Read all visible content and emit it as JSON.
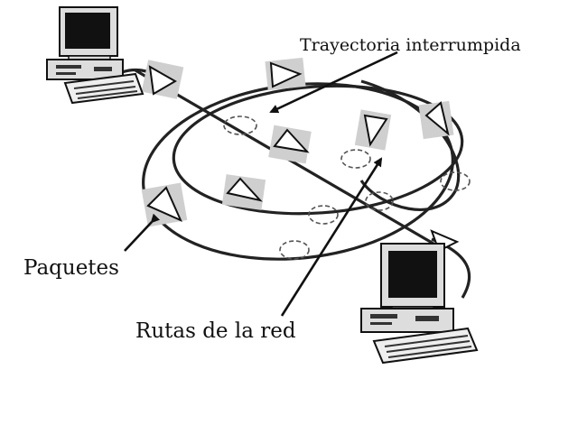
{
  "labels": {
    "broken_path": "Trayectoria interrumpida",
    "packets": "Paquetes",
    "routes": "Rutas de la red"
  },
  "icons": [
    "computer-icon",
    "packet-icon",
    "arrow-icon"
  ],
  "colors": {
    "ink": "#111111",
    "packet_shade": "#cfcfcf",
    "background": "#ffffff"
  }
}
